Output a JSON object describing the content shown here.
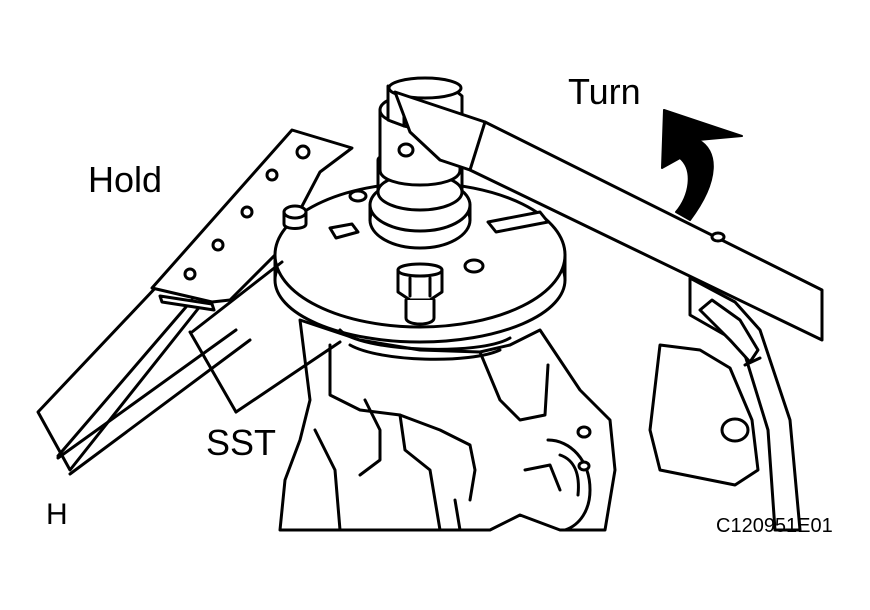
{
  "labels": {
    "turn": "Turn",
    "hold": "Hold",
    "sst": "SST",
    "h": "H",
    "figure_code": "C120951E01"
  },
  "colors": {
    "ink": "#000000",
    "paper": "#ffffff"
  }
}
